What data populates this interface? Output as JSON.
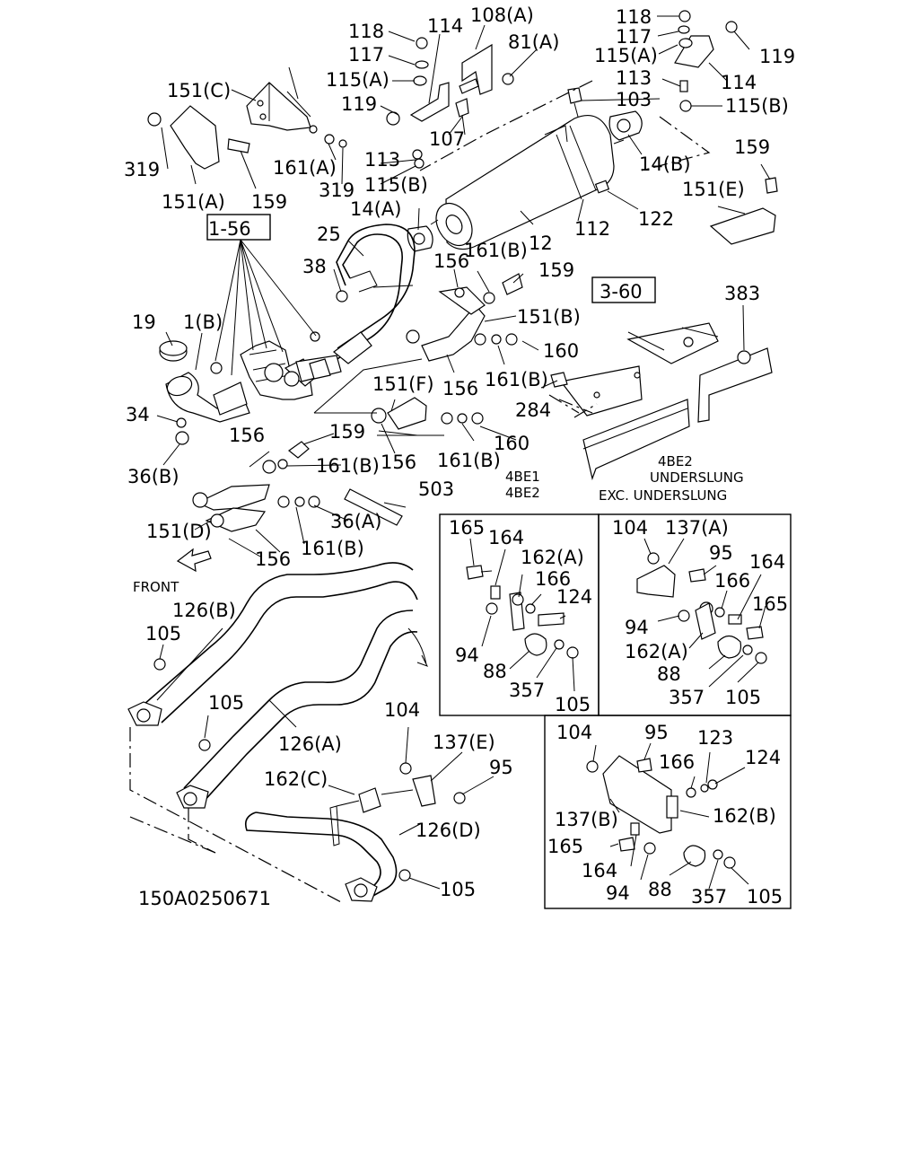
{
  "figure": {
    "drawing_number": "150A0250671",
    "front_label": "FRONT",
    "ref_boxes": [
      "1-56",
      "3-60"
    ],
    "engine_notes": {
      "line1": "4BE1",
      "line2": "4BE2",
      "underslung_line1": "4BE2",
      "underslung_line2": "UNDERSLUNG",
      "exc_underslung": "EXC. UNDERSLUNG"
    }
  },
  "callouts": {
    "c118a": "118",
    "c117a": "117",
    "c115Aa": "115(A)",
    "c114a": "114",
    "c108A": "108(A)",
    "c81A": "81(A)",
    "c118b": "118",
    "c117b": "117",
    "c115Ab": "115(A)",
    "c119b": "119",
    "c114b": "114",
    "c113b": "113",
    "c103": "103",
    "c115Bb": "115(B)",
    "c151C": "151(C)",
    "c119a": "119",
    "c107": "107",
    "c319a": "319",
    "c161A": "161(A)",
    "c113a": "113",
    "c115Ba": "115(B)",
    "c319b": "319",
    "c151A": "151(A)",
    "c159a": "159",
    "c14B": "14(B)",
    "c159b": "159",
    "c151E": "151(E)",
    "c122": "122",
    "c112": "112",
    "c12": "12",
    "c14A": "14(A)",
    "c25": "25",
    "c161Ba": "161(B)",
    "c156a": "156",
    "c159c": "159",
    "c38": "38",
    "c151B": "151(B)",
    "c19": "19",
    "c1B": "1(B)",
    "c160a": "160",
    "c161Bb": "161(B)",
    "c156b": "156",
    "c383": "383",
    "c151F": "151(F)",
    "c284": "284",
    "c34": "34",
    "c160b": "160",
    "c156c": "156",
    "c161Bc": "161(B)",
    "c36B": "36(B)",
    "c156d": "156",
    "c159d": "159",
    "c161Bd": "161(B)",
    "c503": "503",
    "c36A": "36(A)",
    "c151D": "151(D)",
    "c161Be": "161(B)",
    "c156e": "156",
    "c126B": "126(B)",
    "c105a": "105",
    "c105b": "105",
    "c126A": "126(A)",
    "c104a": "104",
    "c137E": "137(E)",
    "c95a": "95",
    "c162C": "162(C)",
    "c126D": "126(D)",
    "c105c": "105",
    "p1_165": "165",
    "p1_164": "164",
    "p1_162A": "162(A)",
    "p1_166": "166",
    "p1_124": "124",
    "p1_94": "94",
    "p1_88": "88",
    "p1_357": "357",
    "p1_105": "105",
    "p2_104": "104",
    "p2_137A": "137(A)",
    "p2_95": "95",
    "p2_166": "166",
    "p2_164": "164",
    "p2_165": "165",
    "p2_94": "94",
    "p2_162A": "162(A)",
    "p2_88": "88",
    "p2_357": "357",
    "p2_105": "105",
    "p3_104": "104",
    "p3_95": "95",
    "p3_123": "123",
    "p3_166": "166",
    "p3_124": "124",
    "p3_137B": "137(B)",
    "p3_162B": "162(B)",
    "p3_165": "165",
    "p3_164": "164",
    "p3_94": "94",
    "p3_88": "88",
    "p3_357": "357",
    "p3_105": "105"
  }
}
